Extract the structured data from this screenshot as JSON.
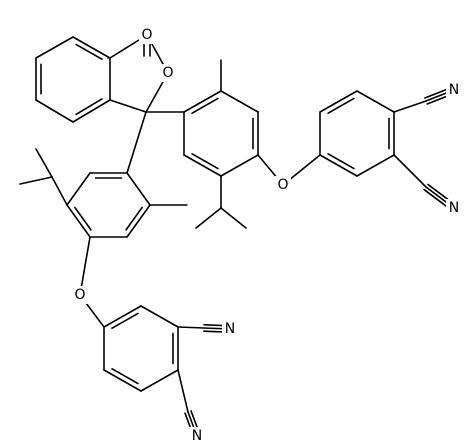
{
  "structure": {
    "atoms": {
      "carbonyl_oxygen": "O",
      "lactone_oxygen": "O",
      "ether_oxygen_right": "O",
      "ether_oxygen_left": "O",
      "nitrile_n_right_upper": "N",
      "nitrile_n_right_lower": "N",
      "nitrile_n_left_upper": "N",
      "nitrile_n_left_lower": "N"
    }
  },
  "colors": {
    "bond": "#000000",
    "label": "#000000",
    "background": "#ffffff"
  }
}
